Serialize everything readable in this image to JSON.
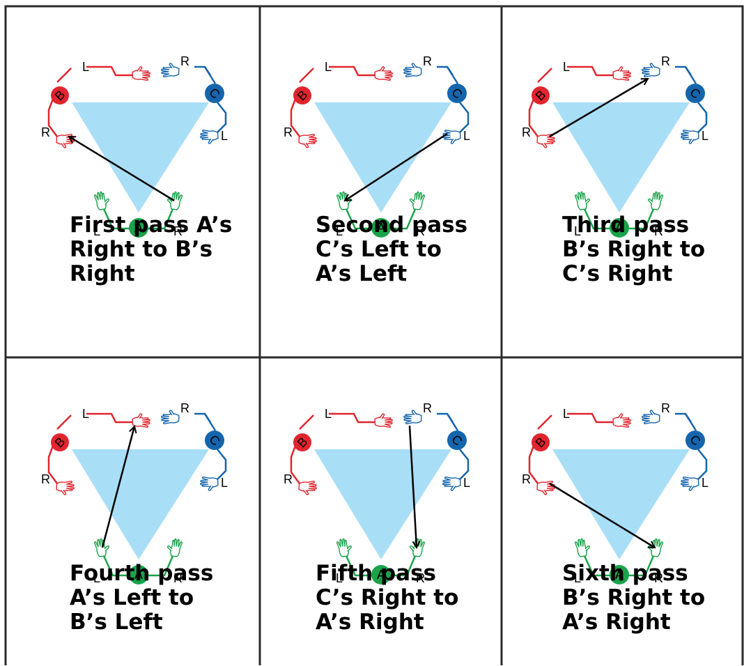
{
  "colors": {
    "triangle": "#a9def7",
    "player_a": "#1aa34a",
    "player_b": "#e0252e",
    "player_c": "#1565ad",
    "arrow": "#000000",
    "grid": "#2b2b2b"
  },
  "players": {
    "a": {
      "label": "A",
      "left_label": "L",
      "right_label": "R"
    },
    "b": {
      "label": "B",
      "left_label": "L",
      "right_label": "R"
    },
    "c": {
      "label": "C",
      "left_label": "L",
      "right_label": "R"
    }
  },
  "icons": {
    "hand": "hand-icon",
    "arrow": "pass-arrow-icon",
    "player": "player-circle-icon"
  },
  "passes": [
    {
      "lines": [
        "First pass A’s",
        "Right to B’s",
        "Right"
      ],
      "from": "a_right",
      "to": "b_right"
    },
    {
      "lines": [
        "Second pass",
        "C’s Left to",
        "A’s Left"
      ],
      "from": "c_left",
      "to": "a_left"
    },
    {
      "lines": [
        "Third pass",
        "B’s Right to",
        "C’s Right"
      ],
      "from": "b_right",
      "to": "c_right"
    },
    {
      "lines": [
        "Fourth pass",
        "A’s Left to",
        "B’s Left"
      ],
      "from": "a_left",
      "to": "b_left"
    },
    {
      "lines": [
        "Fifth pass",
        "C’s Right to",
        "A’s Right"
      ],
      "from": "c_right",
      "to": "a_right"
    },
    {
      "lines": [
        "Sixth pass",
        "B’s Right to",
        "A’s Right"
      ],
      "from": "b_right",
      "to": "a_right"
    }
  ]
}
